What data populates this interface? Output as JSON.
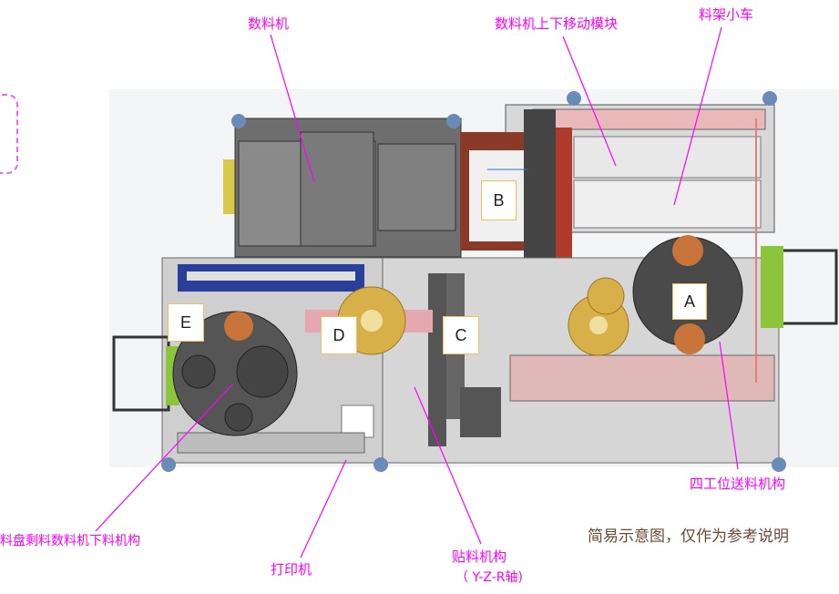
{
  "labels": {
    "counter": "数料机",
    "counter_lift": "数料机上下移动模块",
    "rack_cart": "料架小车",
    "four_station": "四工位送料机构",
    "unload": "料盘剩料数料机下料机构",
    "printer": "打印机",
    "placement": "贴料机构",
    "placement_axes": "（ Y-Z-R轴)"
  },
  "markers": [
    "A",
    "B",
    "C",
    "D",
    "E"
  ],
  "note": "简易示意图，仅作为参考说明",
  "colors": {
    "annotation": "#ff00ff",
    "note": "#6a4a3a"
  }
}
